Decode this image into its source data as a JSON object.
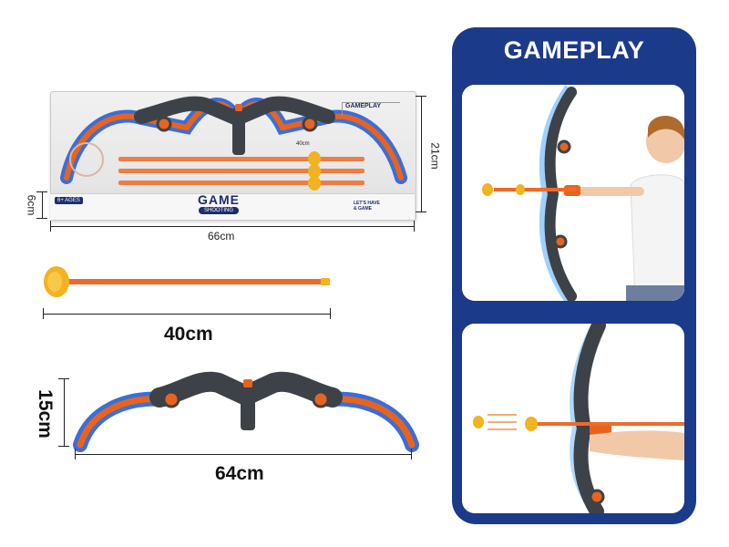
{
  "package": {
    "width_label": "66cm",
    "height_label": "21cm",
    "depth_label": "6cm",
    "brand_title": "GAME",
    "brand_subtitle": "SHOOTING",
    "age_badge": "6+ AGES",
    "slogan_line1": "LET'S HAVE",
    "slogan_line2": "& GAME",
    "inner_gameplay": "GAMEPLAY",
    "inner_arrow_length": "40cm"
  },
  "arrow": {
    "length_label": "40cm"
  },
  "bow": {
    "height_label": "15cm",
    "width_label": "64cm"
  },
  "gameplay_panel": {
    "title": "GAMEPLAY",
    "bg_color": "#1b3a8a"
  },
  "colors": {
    "bow_orange": "#e8641e",
    "bow_grey": "#3d4248",
    "bow_blue": "#3a6ed8",
    "arrow_shaft": "#ef6a2a",
    "suction_cup": "#f2b320"
  }
}
